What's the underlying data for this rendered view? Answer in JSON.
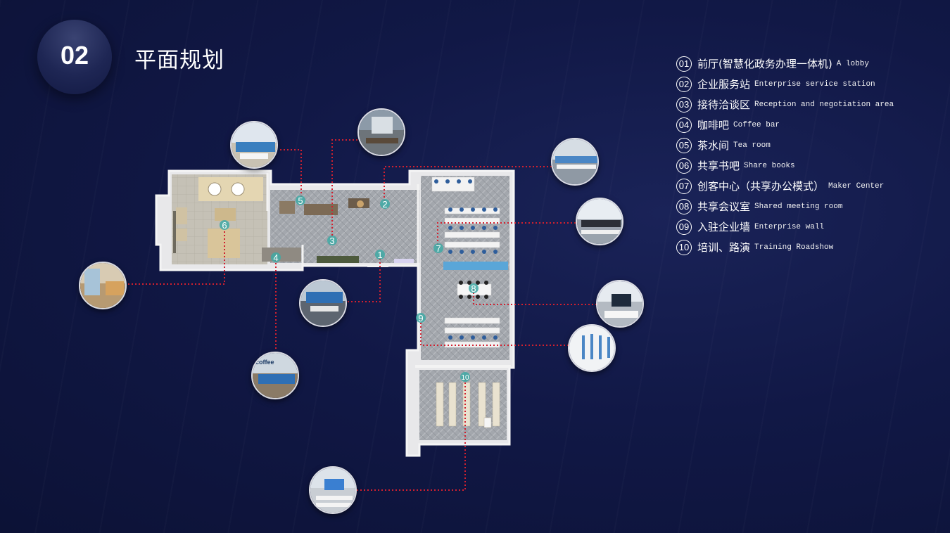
{
  "section": {
    "number": "02",
    "title": "平面规划"
  },
  "legend": [
    {
      "num": "01",
      "zh": "前厅(智慧化政务办理一体机)",
      "en": "A lobby"
    },
    {
      "num": "02",
      "zh": "企业服务站",
      "en": "Enterprise service station"
    },
    {
      "num": "03",
      "zh": "接待洽谈区",
      "en": "Reception and negotiation area"
    },
    {
      "num": "04",
      "zh": "咖啡吧",
      "en": "Coffee bar"
    },
    {
      "num": "05",
      "zh": "茶水间",
      "en": "Tea room"
    },
    {
      "num": "06",
      "zh": "共享书吧",
      "en": "Share books"
    },
    {
      "num": "07",
      "zh": "创客中心（共享办公模式）",
      "en": "Maker Center"
    },
    {
      "num": "08",
      "zh": "共享会议室",
      "en": "Shared meeting room"
    },
    {
      "num": "09",
      "zh": "入驻企业墙",
      "en": "Enterprise wall"
    },
    {
      "num": "10",
      "zh": "培训、路演",
      "en": "Training Roadshow"
    }
  ],
  "markers": [
    "1",
    "2",
    "3",
    "4",
    "5",
    "6",
    "7",
    "8",
    "9",
    "10"
  ],
  "photo_texts": {
    "coffee_sign": "coffee"
  },
  "colors": {
    "background": "#111846",
    "leader_line": "#d1202f",
    "marker": "#3fa9a4"
  }
}
